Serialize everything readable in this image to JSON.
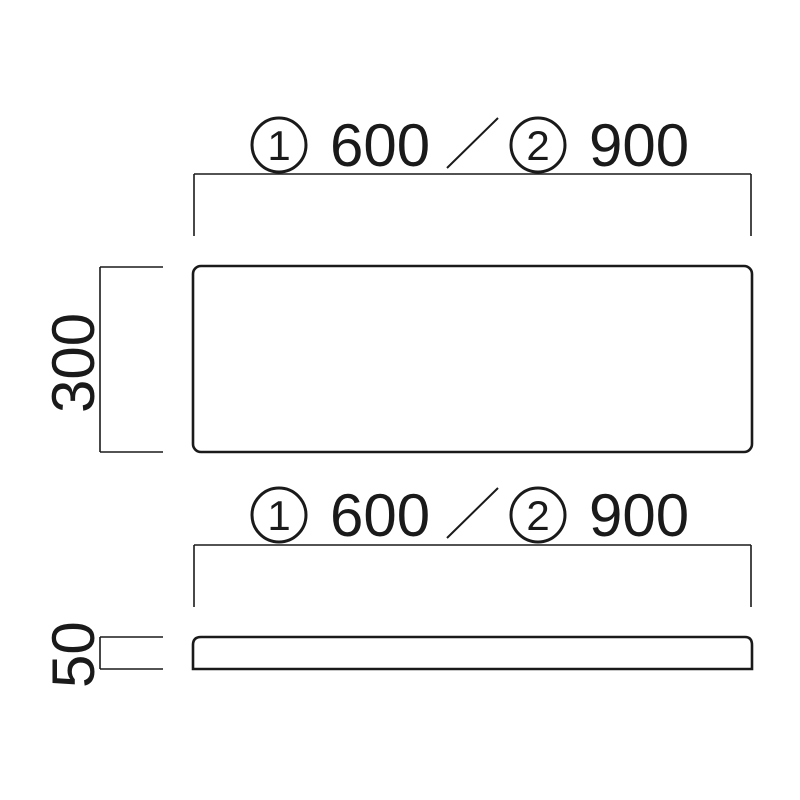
{
  "top_view": {
    "width_label": {
      "option1_marker": "1",
      "option1_value": "600",
      "option2_marker": "2",
      "option2_value": "900"
    },
    "depth_label": "300"
  },
  "side_view": {
    "width_label": {
      "option1_marker": "1",
      "option1_value": "600",
      "option2_marker": "2",
      "option2_value": "900"
    },
    "thickness_label": "50"
  },
  "colors": {
    "line": "#1a1a1a",
    "background": "#ffffff"
  }
}
